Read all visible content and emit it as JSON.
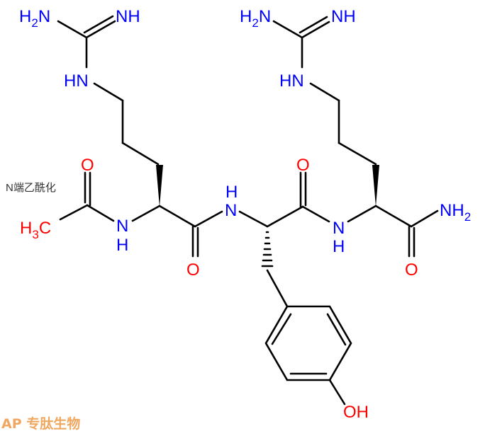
{
  "annotation": "N端乙酰化",
  "watermark": "AP 专肽生物",
  "colors": {
    "nitrogen": "#0000ff",
    "oxygen": "#ff0000",
    "bond": "#000000",
    "watermark": "#f0a860"
  },
  "atoms": {
    "arg1_nh2": "H2N",
    "arg1_nh": "NH",
    "arg1_hn": "HN",
    "arg2_nh2": "H2N",
    "arg2_nh": "NH",
    "arg2_hn": "HN",
    "acetyl_o": "O",
    "ch3": "H3C",
    "amide1_n": "N",
    "amide1_h": "H",
    "carbonyl1_o": "O",
    "amide2_n": "N",
    "amide2_h": "H",
    "carbonyl2_o": "O",
    "amide3_n": "N",
    "amide3_h": "H",
    "carbonyl3_o": "O",
    "c_term_nh2": "NH2",
    "phenol_oh": "OH"
  }
}
